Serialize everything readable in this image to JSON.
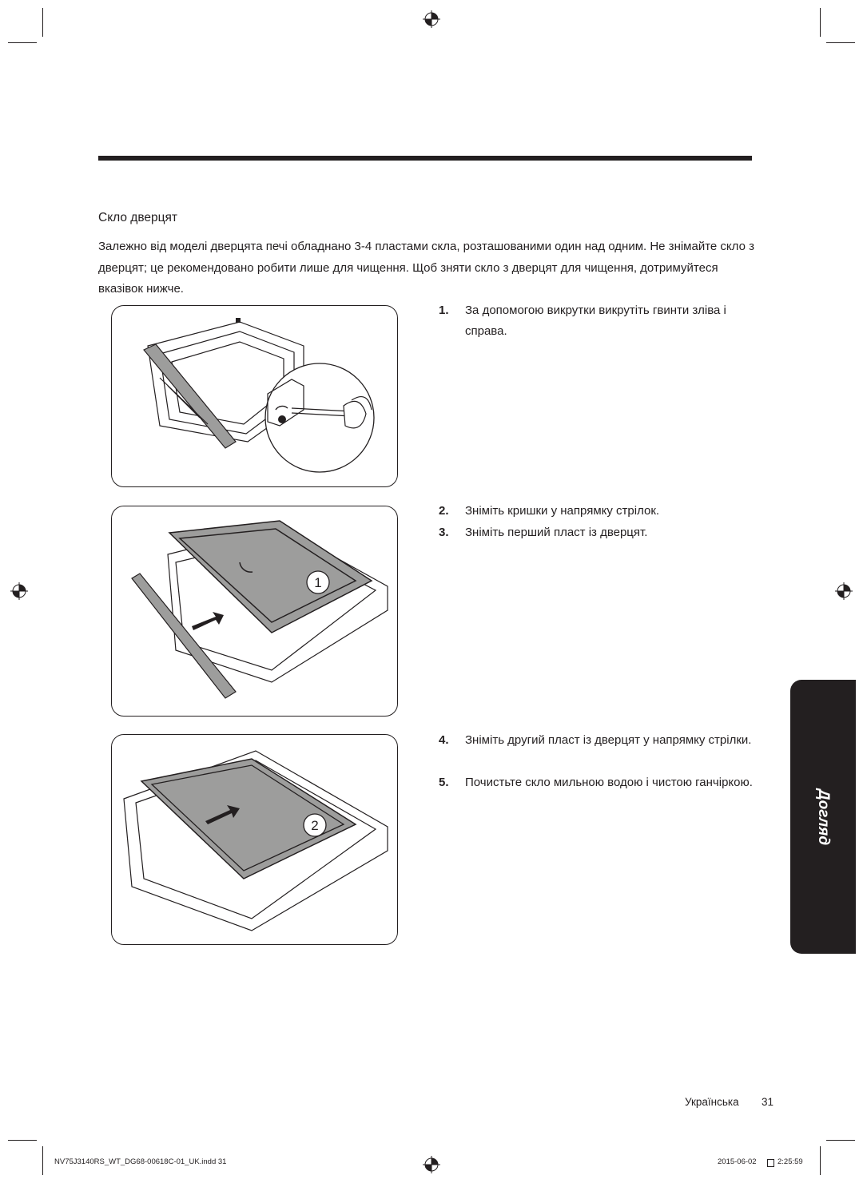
{
  "section": {
    "title": "Скло дверцят",
    "intro": "Залежно від моделі дверцята печі обладнано 3-4 пластами скла, розташованими один над одним. Не знімайте скло з дверцят; це рекомендовано робити лише для чищення. Щоб зняти скло з дверцят для чищення, дотримуйтеся вказівок нижче."
  },
  "steps": [
    {
      "number": "1.",
      "text": "За допомогою викрутки викрутіть гвинти зліва і справа."
    },
    {
      "number": "2.",
      "text": "Зніміть кришки у напрямку стрілок."
    },
    {
      "number": "3.",
      "text": "Зніміть перший пласт із дверцят."
    },
    {
      "number": "4.",
      "text": "Зніміть другий пласт із дверцят у напрямку стрілки."
    },
    {
      "number": "5.",
      "text": "Почистьте скло мильною водою і чистою ганчіркою."
    }
  ],
  "figures": {
    "fig2_label": "1",
    "fig3_label": "2"
  },
  "side_tab": {
    "label": "Догляд"
  },
  "footer": {
    "language": "Українська",
    "page": "31"
  },
  "imprint": {
    "file": "NV75J3140RS_WT_DG68-00618C-01_UK.indd   31",
    "date": "2015-06-02",
    "time": "2:25:59"
  }
}
